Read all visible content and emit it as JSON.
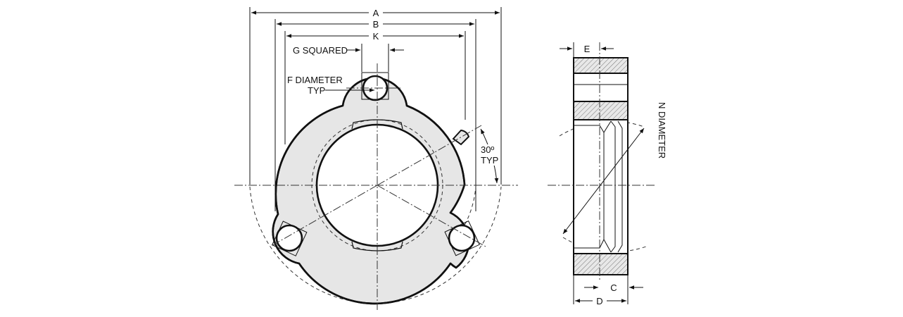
{
  "front_view": {
    "dims": {
      "a": "A",
      "b": "B",
      "k": "K",
      "g_squared": "G  SQUARED",
      "f_diameter": "F DIAMETER",
      "f_typ": "TYP",
      "angle": "30º",
      "angle_typ": "TYP"
    }
  },
  "side_view": {
    "dims": {
      "e": "E",
      "c": "C",
      "d": "D",
      "n_diameter": "N DIAMETER"
    }
  },
  "colors": {
    "body_fill": "#e6e6e6",
    "line": "#111111",
    "hatch": "#777777",
    "background": "#ffffff"
  }
}
